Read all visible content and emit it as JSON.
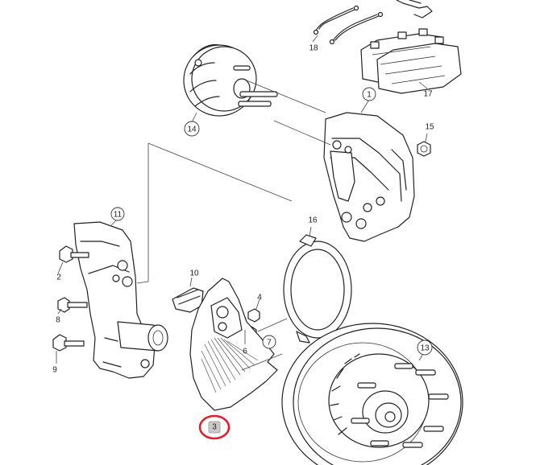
{
  "callouts": {
    "c1": "1",
    "c2": "2",
    "c3": "3",
    "c4": "4",
    "c6": "6",
    "c7": "7",
    "c8": "8",
    "c9": "9",
    "c10": "10",
    "c11": "11",
    "c13": "13",
    "c14": "14",
    "c15": "15",
    "c16": "16",
    "c17": "17",
    "c18": "18"
  },
  "highlight": {
    "part": "3",
    "color": "#e0202a"
  }
}
